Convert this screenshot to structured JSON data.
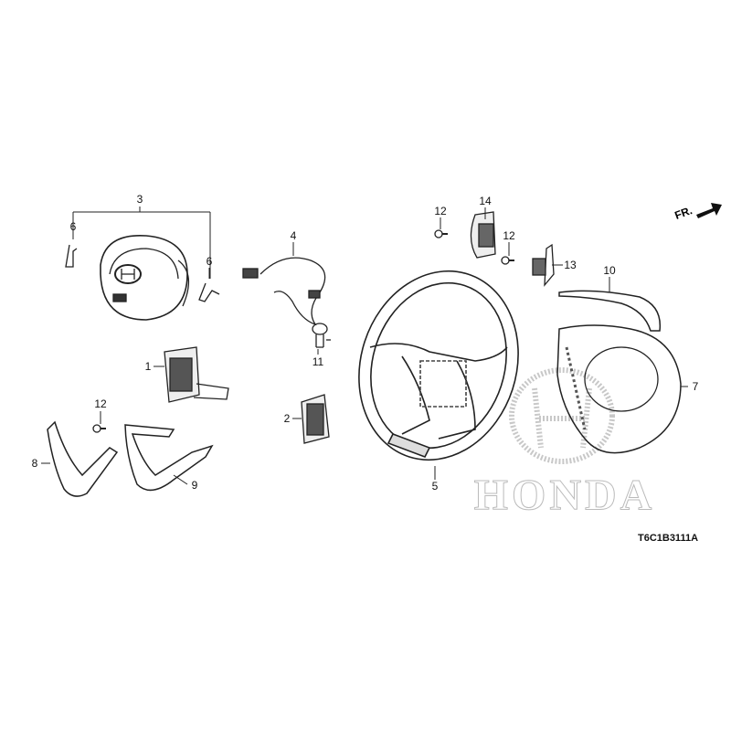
{
  "diagram": {
    "callouts": [
      {
        "id": "c3",
        "label": "3"
      },
      {
        "id": "c6a",
        "label": "6"
      },
      {
        "id": "c6b",
        "label": "6"
      },
      {
        "id": "c4",
        "label": "4"
      },
      {
        "id": "c12a",
        "label": "12"
      },
      {
        "id": "c14",
        "label": "14"
      },
      {
        "id": "c12b",
        "label": "12"
      },
      {
        "id": "c13",
        "label": "13"
      },
      {
        "id": "c10",
        "label": "10"
      },
      {
        "id": "c1",
        "label": "1"
      },
      {
        "id": "c11",
        "label": "11"
      },
      {
        "id": "c2",
        "label": "2"
      },
      {
        "id": "c12c",
        "label": "12"
      },
      {
        "id": "c8",
        "label": "8"
      },
      {
        "id": "c9",
        "label": "9"
      },
      {
        "id": "c5",
        "label": "5"
      },
      {
        "id": "c7",
        "label": "7"
      }
    ],
    "direction_label": "FR.",
    "diagram_code": "T6C1B3111A",
    "watermark": "HONDA"
  }
}
